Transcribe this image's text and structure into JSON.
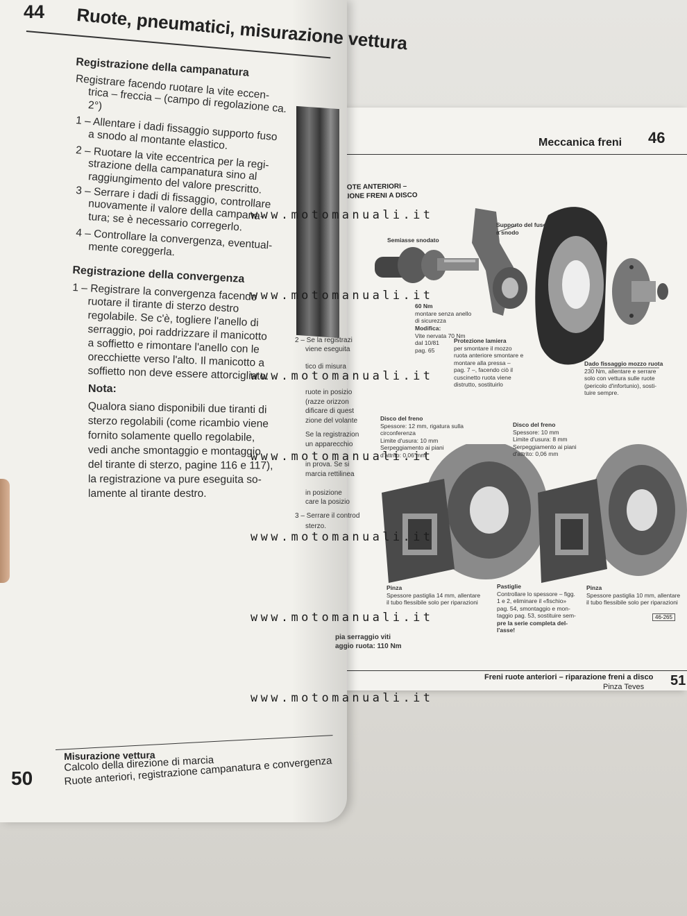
{
  "left_page": {
    "chapter_number": "44",
    "chapter_title": "Ruote, pneumatici, misurazione vettura",
    "section1_title": "Registrazione della campanatura",
    "section1_intro": [
      "Registrare facendo ruotare la vite eccen-",
      "trica – freccia – (campo di regolazione ca.",
      "2°)"
    ],
    "section1_steps": [
      "1 – Allentare i dadi fissaggio supporto fuso",
      "a snodo al montante elastico.",
      "2 – Ruotare la vite eccentrica per la regi-",
      "strazione della campanatura sino al",
      "raggiungimento del valore prescritto.",
      "3 – Serrare i dadi di fissaggio, controllare",
      "nuovamente il valore della campana-",
      "tura; se è necessario corregerlo.",
      "4 – Controllare la convergenza, eventual-",
      "mente coreggerla."
    ],
    "section2_title": "Registrazione della convergenza",
    "section2_steps": [
      "1 – Registrare la convergenza facendo",
      "ruotare il tirante di sterzo destro",
      "regolabile. Se c'è, togliere l'anello di",
      "serraggio, poi raddrizzare il manicotto",
      "a soffietto e rimontare l'anello con le",
      "orecchiette verso l'alto. Il manicotto a",
      "soffietto non deve essere attorcigliato."
    ],
    "note_title": "Nota:",
    "note_lines": [
      "Qualora siano disponibili due tiranti di",
      "sterzo regolabili (come ricambio viene",
      "fornito solamente quello regolabile,",
      "vedi anche smontaggio e montaggio",
      "del tirante di sterzo, pagine 116 e 117),",
      "la registrazione va pure eseguita so-",
      "lamente al tirante destro."
    ],
    "middle_fragments": [
      "2 – Se la registrazi",
      "viene eseguita",
      "tico di misura",
      "ruote in posizio",
      "(razze orizzon",
      "dificare di quest",
      "zione del volante",
      "Se la registrazion",
      "un apparecchio",
      "in prova. Se si",
      "marcia rettilinea",
      "in posizione",
      "care la posizio",
      "3 – Serrare il controd",
      "sterzo.",
      "pia serraggio viti",
      "aggio ruota: 110 Nm"
    ],
    "footer_page_number": "50",
    "footer_title": "Misurazione vettura",
    "footer_line2": "Calcolo della direzione di marcia",
    "footer_line3": "Ruote anteriori, registrazione campanatura e convergenza"
  },
  "right_page": {
    "header_title": "Meccanica freni",
    "header_number": "46",
    "section_title_line1": "I RUOTE ANTERIORI –",
    "section_title_line2": "RAZIONE FRENI A DISCO",
    "callouts": {
      "supporto": [
        "Supporto del fuso",
        "a snodo"
      ],
      "semiasse": "Semiasse snodato",
      "nm60": [
        "60 Nm",
        "montare senza anello",
        "di sicurezza"
      ],
      "modifica": [
        "Modifica:",
        "Vite nervata 70 Nm",
        "dal 10/81",
        "pag. 65"
      ],
      "protezione": [
        "Protezione lamiera",
        "per smontare il mozzo",
        "ruota anteriore smontare e",
        "montare alla pressa –",
        "pag. 7 –, facendo ciò il",
        "cuscinetto ruota viene",
        "distrutto, sostituirlo"
      ],
      "dado": [
        "Dado fissaggio mozzo ruota",
        "230 Nm, allentare e serrare",
        "solo con vettura sulle ruote",
        "(pericolo d'infortunio), sosti-",
        "tuire sempre."
      ],
      "disco1": [
        "Disco del freno",
        "Spessore: 12 mm, rigatura sulla",
        "circonferenza",
        "Limite d'usura: 10 mm",
        "Serpeggiamento ai piani",
        "d'attrito: 0,06 mm"
      ],
      "disco2": [
        "Disco del freno",
        "Spessore: 10 mm",
        "Limite d'usura: 8 mm",
        "Serpeggiamento ai piani",
        "d'attrito: 0,06 mm"
      ],
      "pinza1": [
        "Pinza",
        "Spessore pastiglia 14 mm, allentare",
        "il tubo flessibile solo per riparazioni"
      ],
      "pastiglie": [
        "Pastiglie",
        "Controllare lo spessore – figg.",
        "1 e 2, eliminare il «fischio»",
        "pag. 54, smontaggio e mon-",
        "taggio pag. 53, sostituire sem-",
        "pre la serie completa del-",
        "l'asse!"
      ],
      "pinza2": [
        "Pinza",
        "Spessore pastiglia 10 mm, allentare",
        "il tubo flessibile solo per riparazioni"
      ]
    },
    "figure_ref": "46-265",
    "footer_title": "Freni ruote anteriori – riparazione freni a disco",
    "footer_subtitle": "Pinza Teves",
    "footer_page_number": "51"
  },
  "watermark": "www.motomanuali.it"
}
